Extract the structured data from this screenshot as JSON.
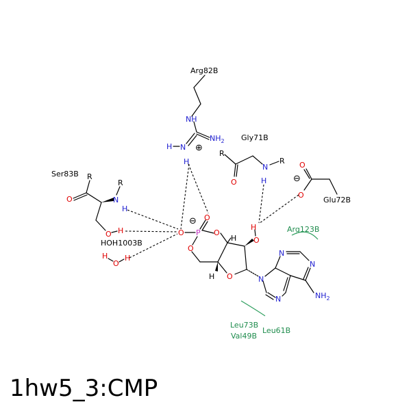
{
  "title": "1hw5_3:CMP",
  "colors": {
    "carbon": "#000000",
    "oxygen": "#e00000",
    "nitrogen": "#2020d0",
    "phosphorus": "#c030c0",
    "hydrophobic": "#1f8c4d"
  },
  "residues": {
    "arg82": "Arg82B",
    "gly71": "Gly71B",
    "ser83": "Ser83B",
    "glu72": "Glu72B",
    "hoh1003": "HOH1003B"
  },
  "hydrophobic_contacts": {
    "arg123": "Arg123B",
    "leu73": "Leu73B",
    "val49": "Val49B",
    "leu61": "Leu61B"
  },
  "atoms": {
    "N": "N",
    "H": "H",
    "O": "O",
    "P": "P",
    "R": "R",
    "NH": "NH",
    "NH2": "NH",
    "NH2_sub": "2",
    "charge_plus": "⊕",
    "charge_minus": "⊖"
  }
}
